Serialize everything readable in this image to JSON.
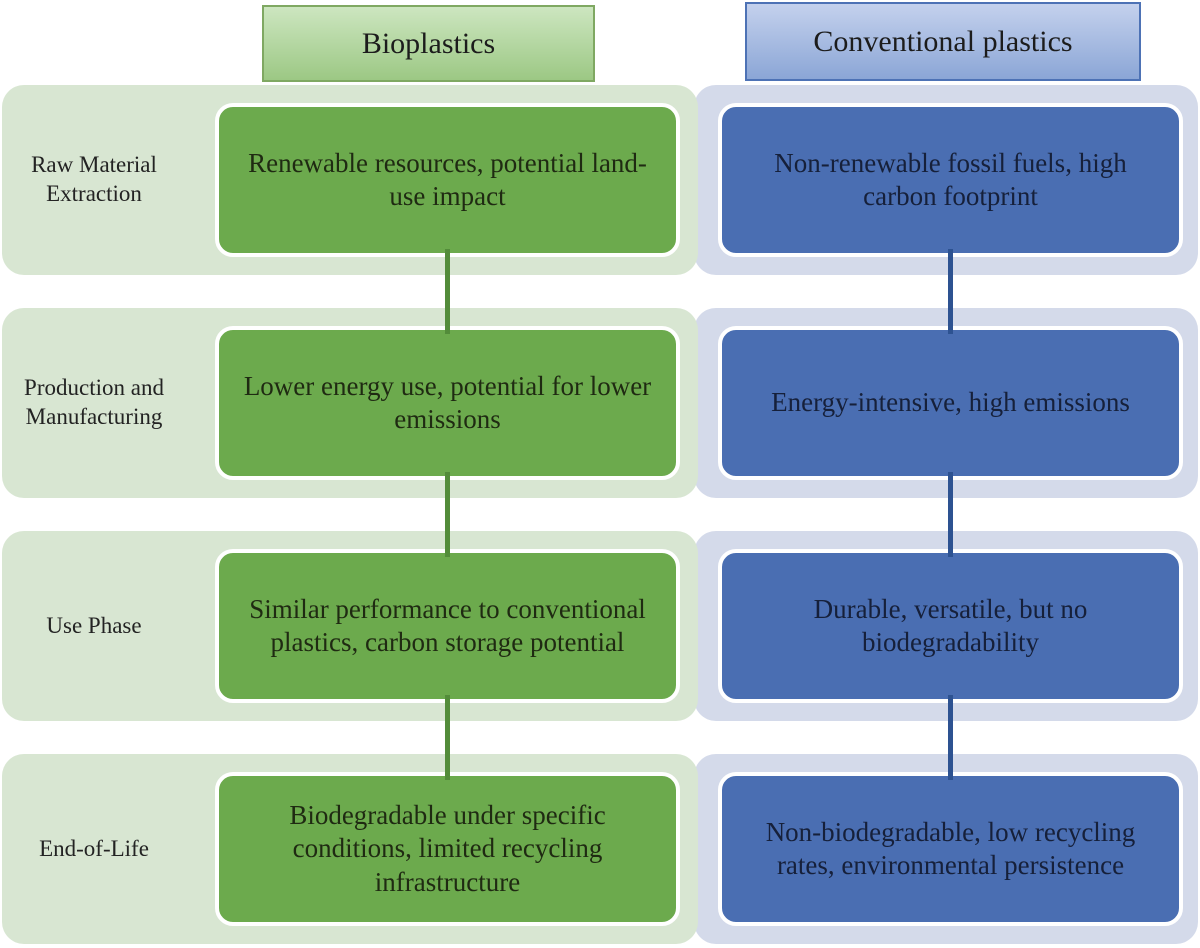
{
  "diagram": {
    "columns": [
      {
        "label": "Bioplastics"
      },
      {
        "label": "Conventional plastics"
      }
    ],
    "rows": [
      {
        "stage": "Raw Material Extraction",
        "bioplastics": "Renewable resources, potential land-use impact",
        "conventional": "Non-renewable fossil fuels, high carbon footprint"
      },
      {
        "stage": "Production and Manufacturing",
        "bioplastics": "Lower energy use, potential for lower emissions",
        "conventional": "Energy-intensive, high emissions"
      },
      {
        "stage": "Use Phase",
        "bioplastics": "Similar performance to conventional plastics, carbon storage potential",
        "conventional": "Durable, versatile, but no biodegradability"
      },
      {
        "stage": "End-of-Life",
        "bioplastics": "Biodegradable under specific conditions, limited recycling infrastructure",
        "conventional": "Non-biodegradable, low recycling rates, environmental persistence"
      }
    ],
    "colors": {
      "bioplastics_box": "#6caa4d",
      "bioplastics_band": "#d8e6d2",
      "bioplastics_header_top": "#cde6c0",
      "bioplastics_header_bottom": "#9cc884",
      "bioplastics_header_border": "#7fa862",
      "bioplastics_connector": "#538c3a",
      "conventional_box": "#4a6eb2",
      "conventional_band": "#d4daea",
      "conventional_header_top": "#c4d1ed",
      "conventional_header_bottom": "#8ba6d6",
      "conventional_header_border": "#4d72b5",
      "conventional_connector": "#2d5291"
    }
  }
}
